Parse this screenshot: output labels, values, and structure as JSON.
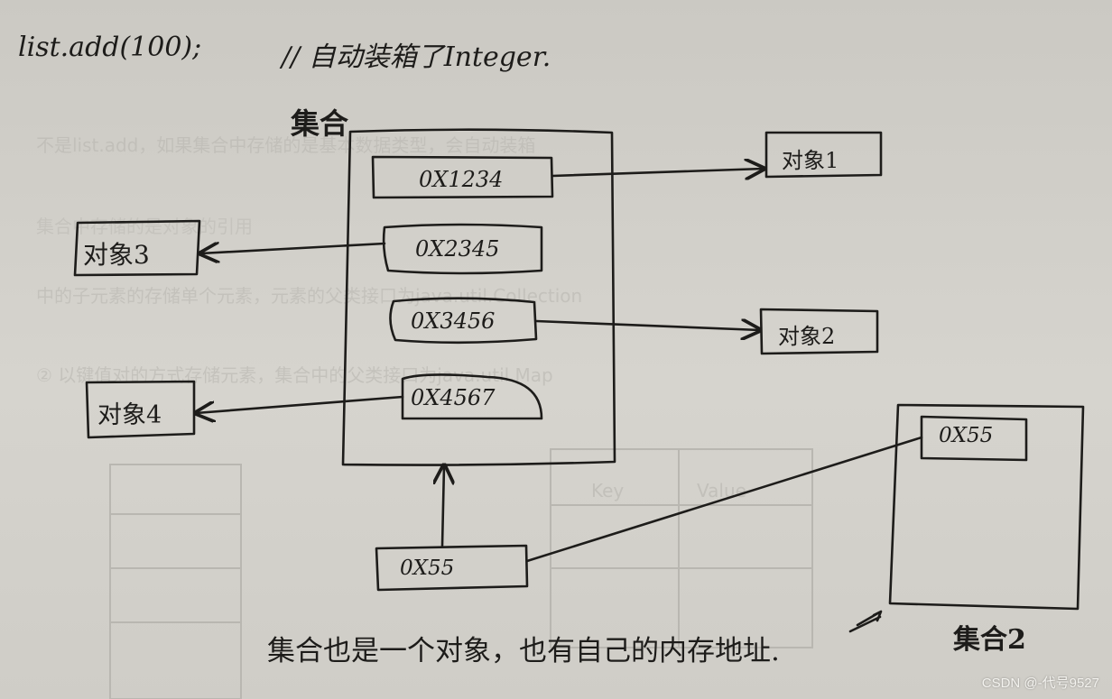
{
  "header": {
    "code": "list.add(100);",
    "comment": "// 自动装箱了Integer."
  },
  "collection": {
    "label": "集合",
    "slots": [
      "0X1234",
      "0X2345",
      "0X3456",
      "0X4567"
    ]
  },
  "objects": {
    "obj1": "对象1",
    "obj2": "对象2",
    "obj3": "对象3",
    "obj4": "对象4"
  },
  "pointer": {
    "value": "0X55"
  },
  "collection2": {
    "label": "集合2",
    "slot": "0X55"
  },
  "caption": "集合也是一个对象，也有自己的内存地址.",
  "show_through": {
    "line1": "不是list.add，如果集合中存储的是基本数据类型，会自动装箱",
    "line2": "集合中存储的是对象的引用",
    "line3": "中的子元素的存储单个元素，元素的父类接口为java.util.Collection",
    "line4": "② 以键值对的方式存储元素，集合中的父类接口为java.util.Map",
    "key": "Key",
    "value": "Value"
  },
  "watermark": "CSDN @-代号9527"
}
